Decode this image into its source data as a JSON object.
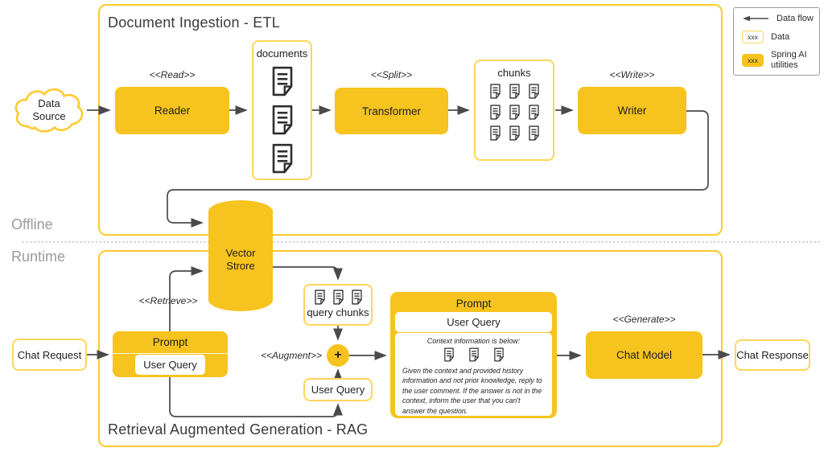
{
  "etl": {
    "title": "Document Ingestion - ETL",
    "data_source_line1": "Data",
    "data_source_line2": "Source",
    "read_label": "<<Read>>",
    "reader": "Reader",
    "documents_title": "documents",
    "split_label": "<<Split>>",
    "transformer": "Transformer",
    "chunks_title": "chunks",
    "write_label": "<<Write>>",
    "writer": "Writer"
  },
  "legend": {
    "data_flow": "Data flow",
    "data_sample": "xxx",
    "data": "Data",
    "spring_sample": "xxx",
    "spring_line1": "Spring AI",
    "spring_line2": "utilities"
  },
  "sections": {
    "offline": "Offline",
    "runtime": "Runtime"
  },
  "vector_store": {
    "line1": "Vector",
    "line2": "Strore"
  },
  "rag": {
    "title": "Retrieval Augmented Generation - RAG",
    "chat_request": "Chat Request",
    "retrieve_label": "<<Retrieve>>",
    "prompt_title": "Prompt",
    "prompt_user_query": "User Query",
    "query_chunks_title": "query chunks",
    "augment_label": "<<Augment>>",
    "plus": "+",
    "user_query": "User Query",
    "big_prompt": {
      "title": "Prompt",
      "user_query": "User Query",
      "context_heading": "Context information is below:",
      "context_body": "Given the context and provided history information and not prior knowledge, reply to the user comment. If the answer is not in the context, inform the user that you can't answer the question."
    },
    "generate_label": "<<Generate>>",
    "chat_model": "Chat Model",
    "chat_response": "Chat Response"
  },
  "colors": {
    "spring_yellow": "#F6C31F",
    "light_yellow_border": "#FFD55A",
    "container_border": "#FFC82C",
    "arrow_gray": "#4A4A4A",
    "section_label_gray": "#9B9B9B"
  }
}
